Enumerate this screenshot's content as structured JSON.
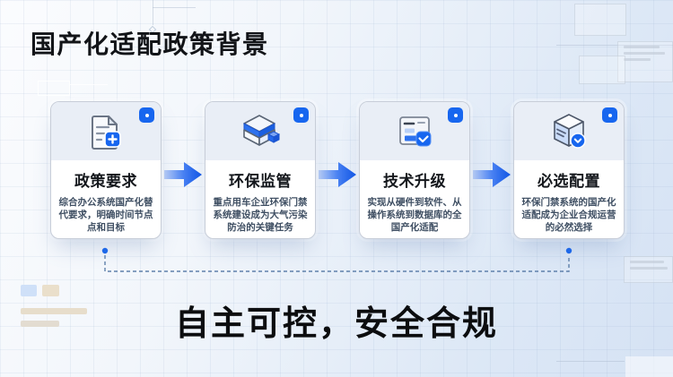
{
  "slide": {
    "title": "国产化适配政策背景",
    "tagline": "自主可控，安全合规"
  },
  "cards": [
    {
      "icon": "document-plus-icon",
      "title": "政策要求",
      "description": "综合办公系统国产化替代要求，明确时间节点点和目标"
    },
    {
      "icon": "layers-3d-icon",
      "title": "环保监管",
      "description": "重点用车企业环保门禁系统建设成为大气污染防治的关键任务"
    },
    {
      "icon": "panel-check-icon",
      "title": "技术升级",
      "description": "实现从硬件到软件、从操作系统到数据库的全国产化适配"
    },
    {
      "icon": "cube-check-icon",
      "title": "必选配置",
      "description": "环保门禁系统的国产化适配成为企业合规运营的必然选择"
    }
  ],
  "colors": {
    "accent_blue": "#1766ef",
    "arrow_gradient_start": "#b9cef7",
    "arrow_gradient_end": "#0f55e8",
    "card_top_bg": "#e9eef6",
    "card_border": "#c7cdd8",
    "description_text": "#3f4f63",
    "dash_line": "#5f80ab",
    "background_start": "#fbfcfe",
    "background_end": "#d5e2f4"
  }
}
